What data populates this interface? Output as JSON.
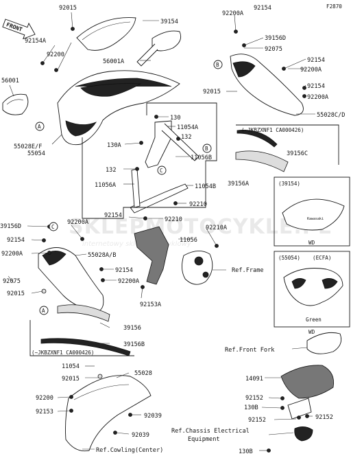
{
  "diagram": {
    "ref_code": "F2870",
    "front_label": "FRONT",
    "watermark_name": "SKLEPMOTOCYKLE.PL",
    "watermark_sub": "internetowy sklep motocyklowy",
    "callouts": {
      "a": "A",
      "b": "B",
      "c": "C"
    },
    "parts": {
      "p92015a": "92015",
      "p39154": "39154",
      "p92200a_top": "92200A",
      "p92154_top": "92154",
      "p92154a_left": "92154A",
      "p92200_left": "92200",
      "p56001a": "56001A",
      "p56001": "56001",
      "p39156d_r": "39156D",
      "p92075_r": "92075",
      "p92154_r1": "92154",
      "p92200a_r1": "92200A",
      "p92154_r2": "92154",
      "p92015_r": "92015",
      "p92200a_r2": "92200A",
      "p55028cd": "55028C/D",
      "p130": "130",
      "p11054a": "11054A",
      "p130a": "130A",
      "p132a": "132",
      "p55028ef": "55028E/F",
      "p55054": "55054",
      "p11056b": "11056B",
      "p132b": "132",
      "p11056a": "11056A",
      "p11054b": "11054B",
      "p92210a": "92210",
      "p92154_mid": "92154",
      "p92210b": "92210",
      "p92210a2": "92210A",
      "p11056": "11056",
      "p39156d_l": "39156D",
      "p92200a_l1": "92200A",
      "p92154_l": "92154",
      "p92200a_l2": "92200A",
      "p55028ab": "55028A/B",
      "p92154_c": "92154",
      "p92200a_c": "92200A",
      "p92075_l": "92075",
      "p92015_l": "92015",
      "p92153a": "92153A",
      "ref_frame": "Ref.Frame",
      "p39156_low": "39156",
      "p39156b": "39156B",
      "p11054": "11054",
      "p92015_b": "92015",
      "p55028": "55028",
      "p92200_b": "92200",
      "p92153_b": "92153",
      "p92039a": "92039",
      "p92039b": "92039",
      "ref_cowling": "Ref.Cowling(Center)",
      "ref_front_fork": "Ref.Front Fork",
      "p14091": "14091",
      "p92152a": "92152",
      "p130b_a": "130B",
      "p92152b": "92152",
      "p92152c": "92152",
      "ref_chassis_1": "Ref.Chassis Electrical",
      "ref_chassis_2": "Equipment",
      "p130b_b": "130B"
    },
    "serial_box_top": {
      "serial": "(~JKBZXNF1 CA000426)",
      "part": "39156C",
      "part2": "39156A"
    },
    "serial_box_low": {
      "serial": "(~JKBZXNF1 CA000426)"
    },
    "inset_windshield": {
      "code": "(39154)",
      "tag": "WD",
      "decal": "Kawasaki"
    },
    "inset_cowl": {
      "code": "(55054)",
      "model": "(ECFA)",
      "color": "Green",
      "tag": "WD"
    }
  }
}
